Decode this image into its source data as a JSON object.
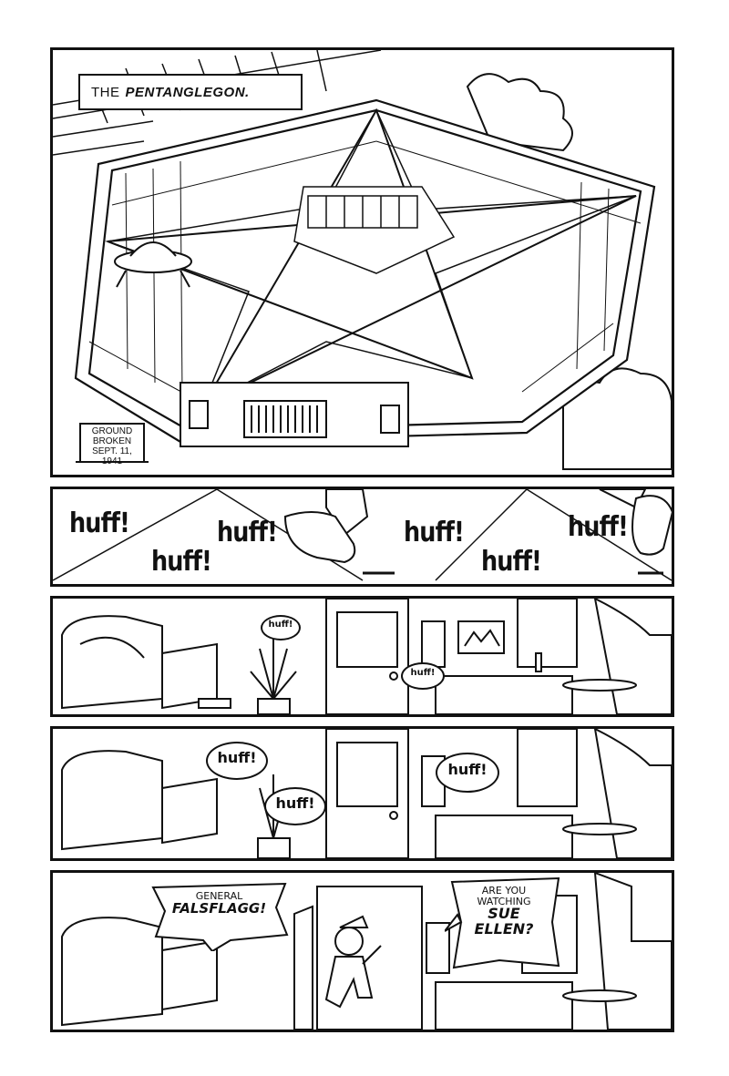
{
  "panel1": {
    "caption_prefix": "THE",
    "caption_name": "PENTANGLEGON.",
    "plaque": {
      "line1": "GROUND",
      "line2": "BROKEN",
      "line3": "SEPT. 11, 1941"
    }
  },
  "panel2": {
    "sfx": [
      "huff!",
      "huff!",
      "huff!",
      "huff!",
      "huff!",
      "huff!"
    ]
  },
  "panel3": {
    "bubbles": [
      "huff!",
      "huff!"
    ]
  },
  "panel4": {
    "bubbles": [
      "huff!",
      "huff!",
      "huff!"
    ]
  },
  "panel5": {
    "balloon_left": {
      "line1": "GENERAL",
      "line2": "FALSFLAGG!"
    },
    "balloon_right": {
      "line1": "ARE YOU",
      "line2": "WATCHING",
      "line3": "SUE",
      "line4": "ELLEN?"
    }
  }
}
